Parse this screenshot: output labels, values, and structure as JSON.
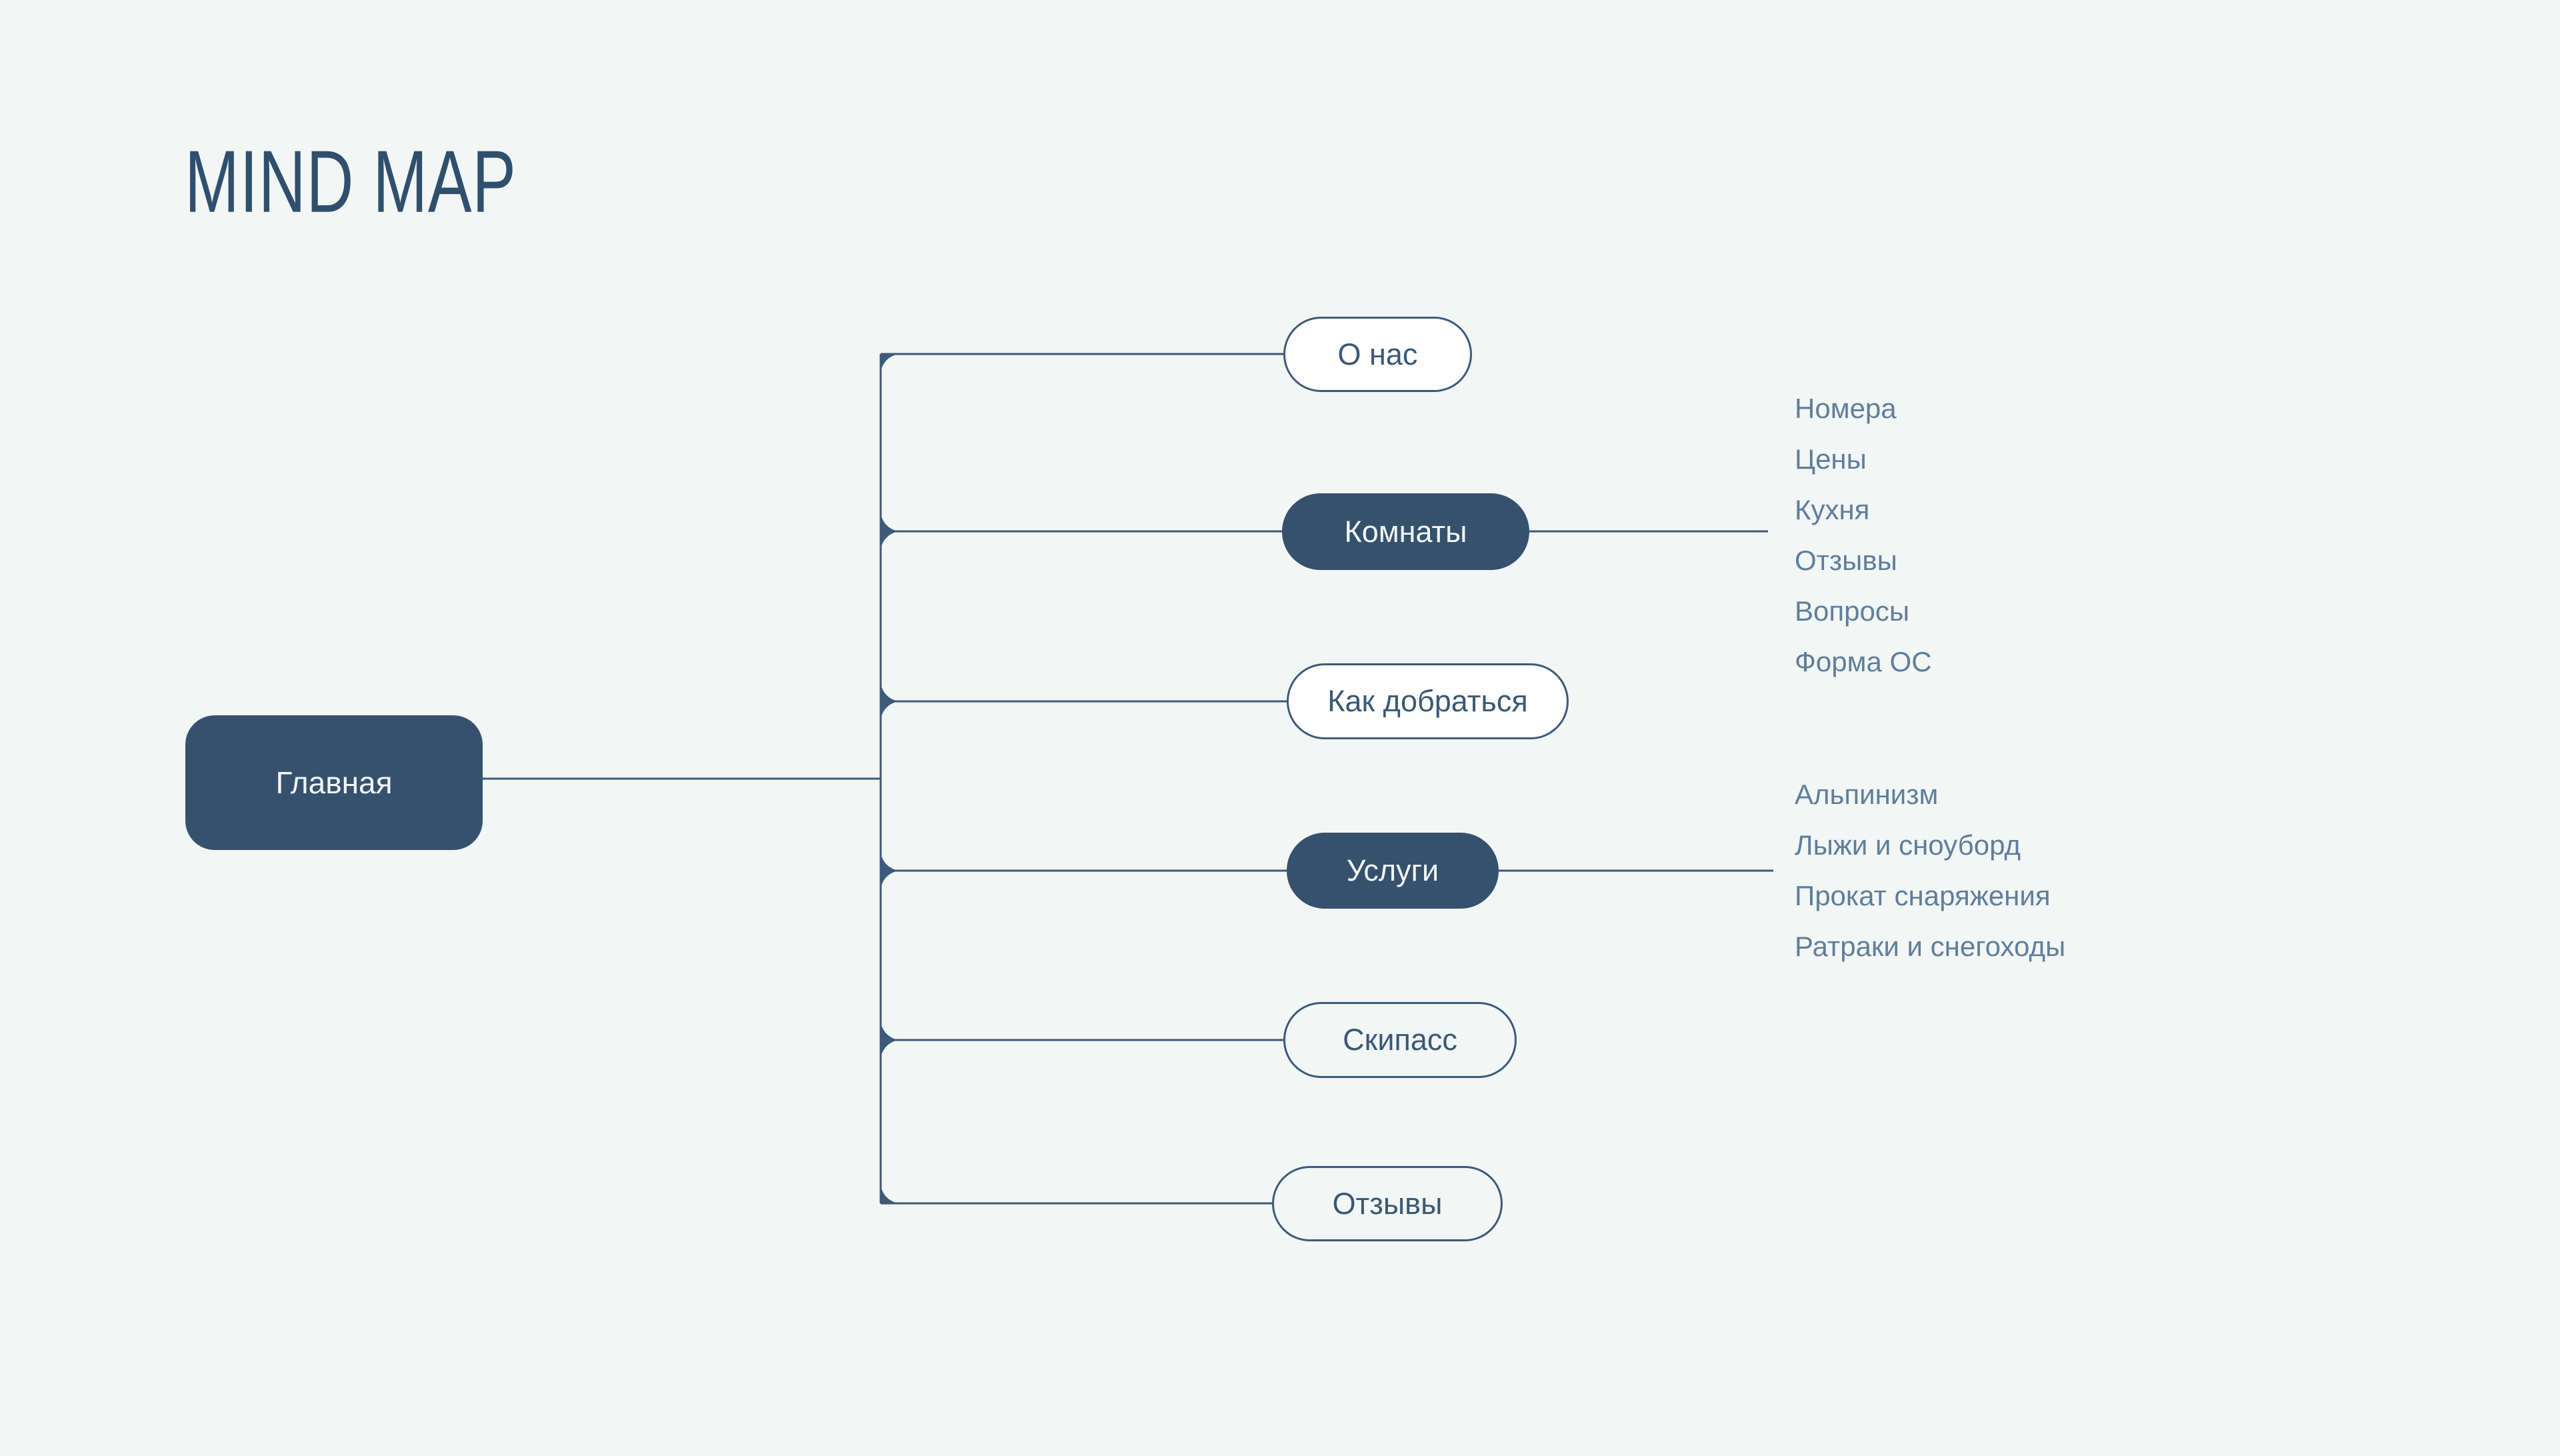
{
  "title": "MIND MAP",
  "colors": {
    "background": "#f2f6f4",
    "node_fill": "#35516e",
    "line_stroke": "#3d5a7a",
    "node_outline_text": "#3a5878",
    "node_filled_text": "#f4f8f7",
    "child_text": "#5f7e9c",
    "title_text": "#2f4f6e"
  },
  "root": {
    "label": "Главная"
  },
  "branches": [
    {
      "id": "about",
      "label": "О нас",
      "style": "outline-white",
      "children": []
    },
    {
      "id": "rooms",
      "label": "Комнаты",
      "style": "filled",
      "children": [
        "Номера",
        "Цены",
        "Кухня",
        "Отзывы",
        "Вопросы",
        "Форма ОС"
      ]
    },
    {
      "id": "directions",
      "label": "Как добраться",
      "style": "outline-white",
      "children": []
    },
    {
      "id": "services",
      "label": "Услуги",
      "style": "filled",
      "children": [
        "Альпинизм",
        "Лыжи и сноуборд",
        "Прокат снаряжения",
        "Ратраки и снегоходы"
      ]
    },
    {
      "id": "skipass",
      "label": "Скипасс",
      "style": "outline",
      "children": []
    },
    {
      "id": "reviews",
      "label": "Отзывы",
      "style": "outline",
      "children": []
    }
  ]
}
